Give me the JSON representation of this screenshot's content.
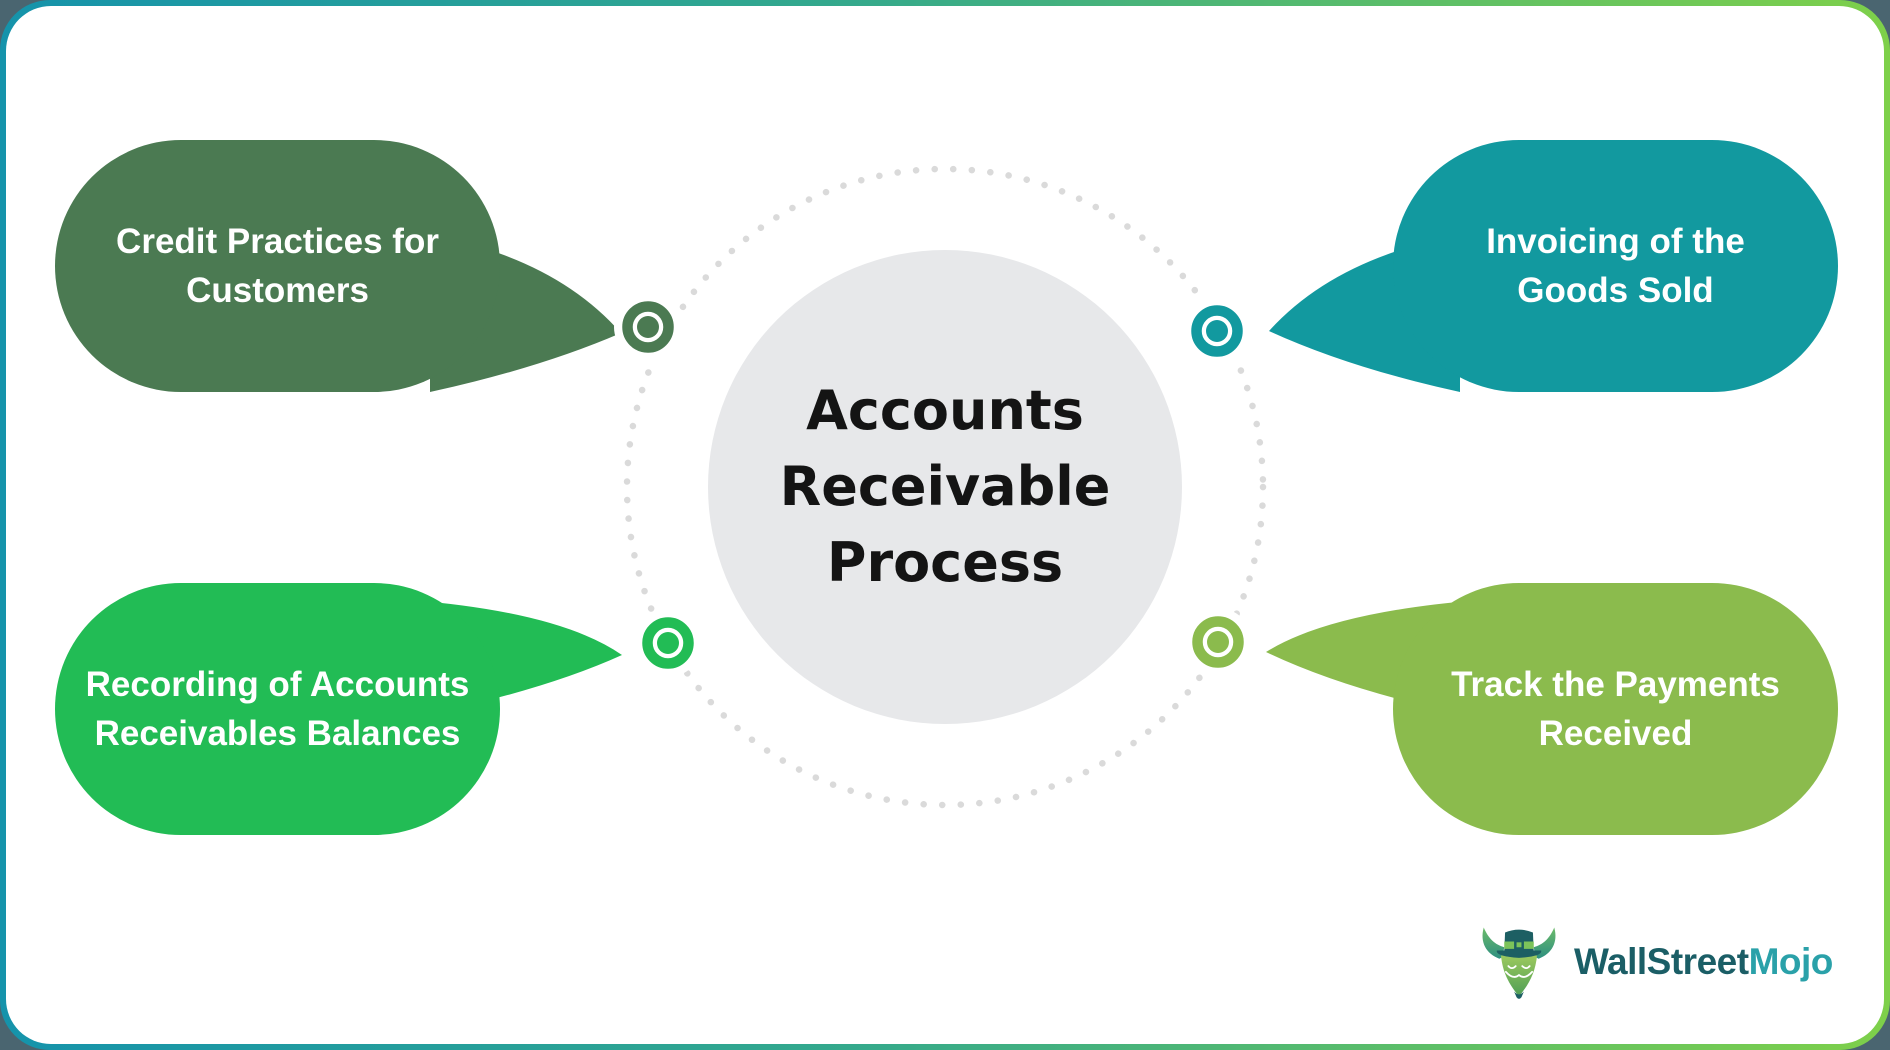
{
  "page": {
    "outside_background": "#4a6570",
    "card_background": "#ffffff",
    "border_gradient_start": "#1593ab",
    "border_gradient_end": "#7ed04a"
  },
  "center": {
    "label": "Accounts\nReceivable\nProcess",
    "circle_color": "#e7e8ea",
    "text_color": "#141414",
    "dotted_ring_color": "#dadada"
  },
  "nodes": [
    {
      "id": "credit-practices",
      "position": "top-left",
      "label": "Credit Practices for\nCustomers",
      "color": "#4b7a52"
    },
    {
      "id": "invoicing",
      "position": "top-right",
      "label": "Invoicing of the\nGoods Sold",
      "color": "#12999f"
    },
    {
      "id": "recording",
      "position": "bottom-left",
      "label": "Recording of Accounts\nReceivables Balances",
      "color": "#22bc55"
    },
    {
      "id": "tracking",
      "position": "bottom-right",
      "label": "Track the Payments\nReceived",
      "color": "#8bbb4d"
    }
  ],
  "logo": {
    "brand_part1": "WallStreet",
    "brand_part2": "Mojo",
    "part1_color": "#1b5e66",
    "part2_color": "#2aa1a9",
    "icon": "bull-with-top-hat"
  }
}
